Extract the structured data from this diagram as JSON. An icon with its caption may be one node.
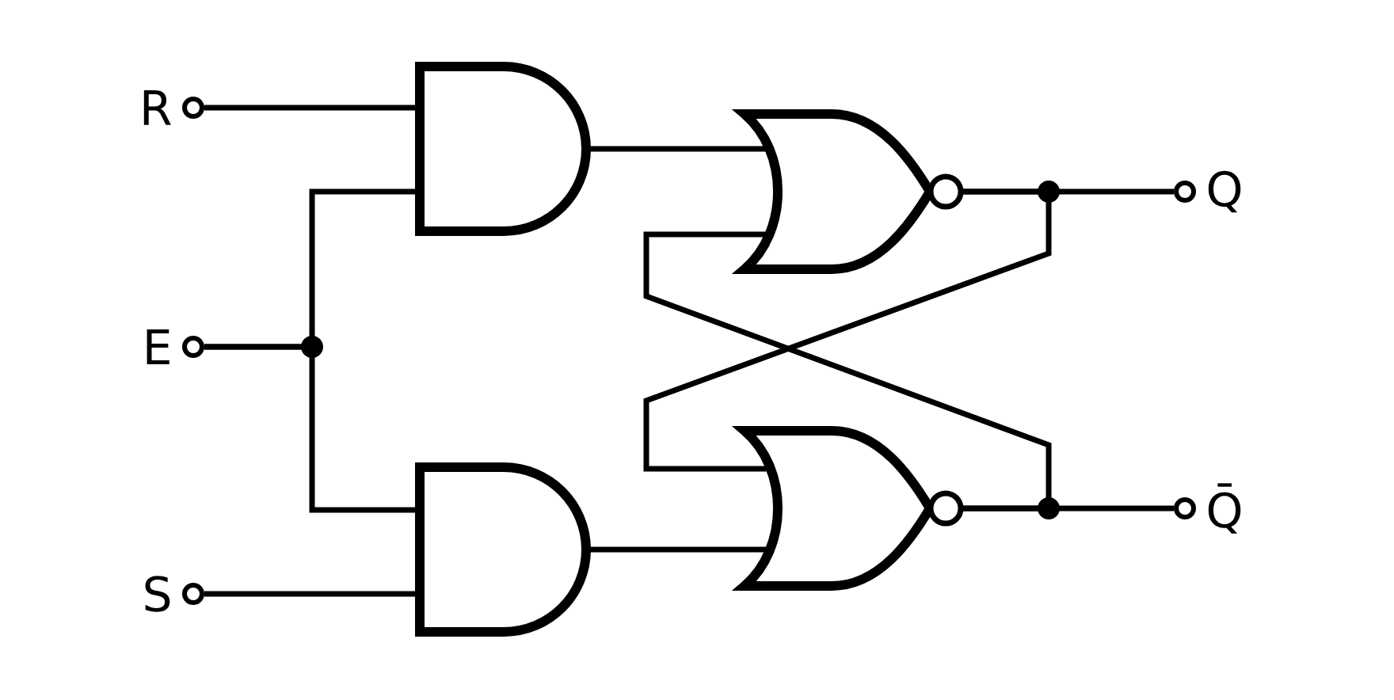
{
  "diagram": {
    "nodes": [
      {
        "text": [
          "R"
        ]
      },
      {
        "text": [
          "E"
        ]
      },
      {
        "text": [
          "S"
        ]
      },
      {
        "text": [],
        "shape": "and-gate"
      },
      {
        "text": [],
        "shape": "and-gate"
      },
      {
        "text": [],
        "shape": "nor-gate"
      },
      {
        "text": [],
        "shape": "nor-gate"
      },
      {
        "text": [
          "Q"
        ]
      },
      {
        "text": [
          "Q̄"
        ]
      }
    ],
    "edges": [
      {
        "from": 0,
        "to": 3,
        "arrow": "none"
      },
      {
        "from": 1,
        "to": 3,
        "arrow": "none"
      },
      {
        "from": 1,
        "to": 4,
        "arrow": "none"
      },
      {
        "from": 2,
        "to": 4,
        "arrow": "none"
      },
      {
        "from": 3,
        "to": 5,
        "arrow": "none"
      },
      {
        "from": 4,
        "to": 6,
        "arrow": "none"
      },
      {
        "from": 5,
        "to": 7,
        "arrow": "none"
      },
      {
        "from": 6,
        "to": 8,
        "arrow": "none"
      },
      {
        "from": 5,
        "to": 6,
        "arrow": "none"
      },
      {
        "from": 6,
        "to": 5,
        "arrow": "none"
      }
    ]
  }
}
